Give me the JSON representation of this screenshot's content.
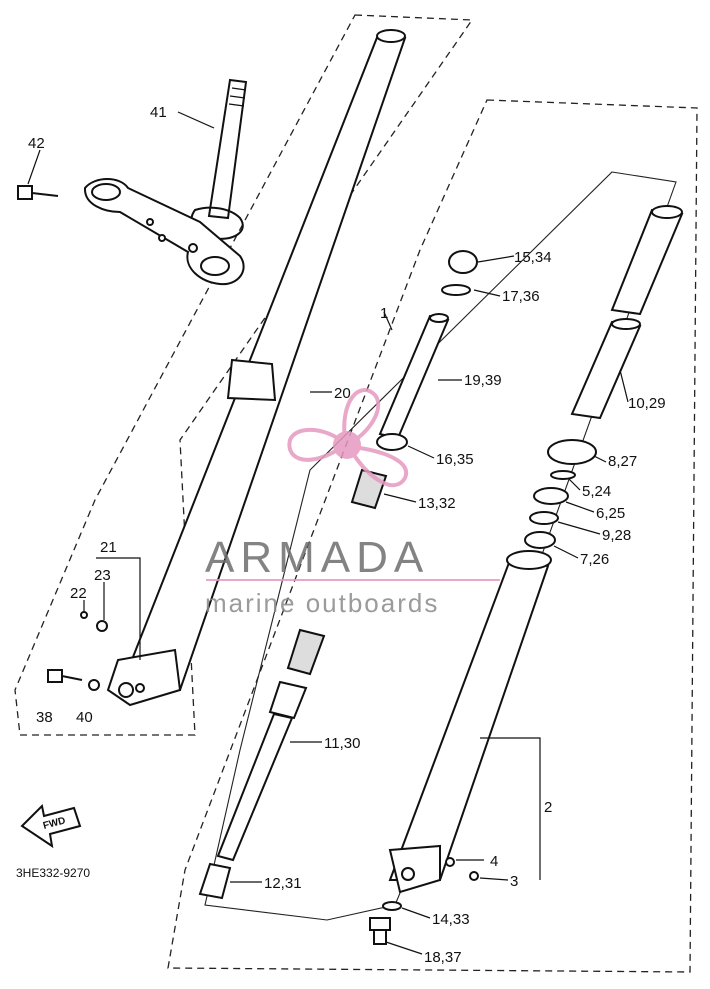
{
  "diagram": {
    "code": "3HE332-9270",
    "fwd_label": "FWD",
    "watermark": {
      "brand": "ARMADA",
      "tagline": "marine outboards",
      "color": "#e69ac0"
    },
    "callouts": {
      "c1": "1",
      "c2": "2",
      "c3": "3",
      "c4": "4",
      "c5_24": "5,24",
      "c6_25": "6,25",
      "c7_26": "7,26",
      "c8_27": "8,27",
      "c9_28": "9,28",
      "c10_29": "10,29",
      "c11_30": "11,30",
      "c12_31": "12,31",
      "c13_32": "13,32",
      "c14_33": "14,33",
      "c15_34": "15,34",
      "c16_35": "16,35",
      "c17_36": "17,36",
      "c18_37": "18,37",
      "c19_39": "19,39",
      "c20": "20",
      "c21": "21",
      "c22": "22",
      "c23": "23",
      "c38": "38",
      "c40": "40",
      "c41": "41",
      "c42": "42"
    }
  }
}
